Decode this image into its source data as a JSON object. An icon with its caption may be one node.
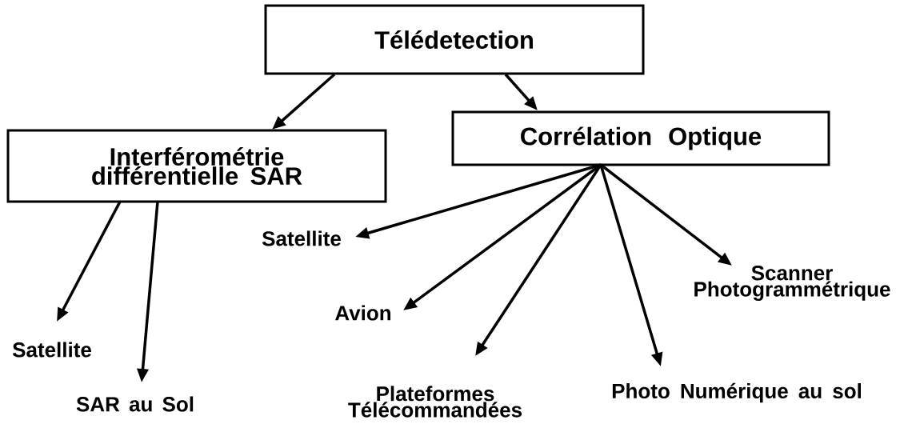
{
  "diagram": {
    "nodes": [
      {
        "text": [
          "Télédetection"
        ]
      },
      {
        "text": [
          "Interférométrie différentielle SAR"
        ]
      },
      {
        "text": [
          "Corrélation Optique"
        ]
      },
      {
        "text": [
          "Satellite"
        ]
      },
      {
        "text": [
          "SAR au Sol"
        ]
      },
      {
        "text": [
          "Satellite"
        ]
      },
      {
        "text": [
          "Avion"
        ]
      },
      {
        "text": [
          "Plateformes Télécommandées"
        ]
      },
      {
        "text": [
          "Photo Numérique au sol"
        ]
      },
      {
        "text": [
          "Scanner Photogrammétrique"
        ]
      }
    ],
    "edges": [
      {
        "from": 0,
        "to": 1,
        "arrow": "to"
      },
      {
        "from": 0,
        "to": 2,
        "arrow": "to"
      },
      {
        "from": 1,
        "to": 3,
        "arrow": "to"
      },
      {
        "from": 1,
        "to": 4,
        "arrow": "to"
      },
      {
        "from": 2,
        "to": 5,
        "arrow": "to"
      },
      {
        "from": 2,
        "to": 6,
        "arrow": "to"
      },
      {
        "from": 2,
        "to": 7,
        "arrow": "to"
      },
      {
        "from": 2,
        "to": 8,
        "arrow": "to"
      },
      {
        "from": 2,
        "to": 9,
        "arrow": "to"
      }
    ]
  }
}
